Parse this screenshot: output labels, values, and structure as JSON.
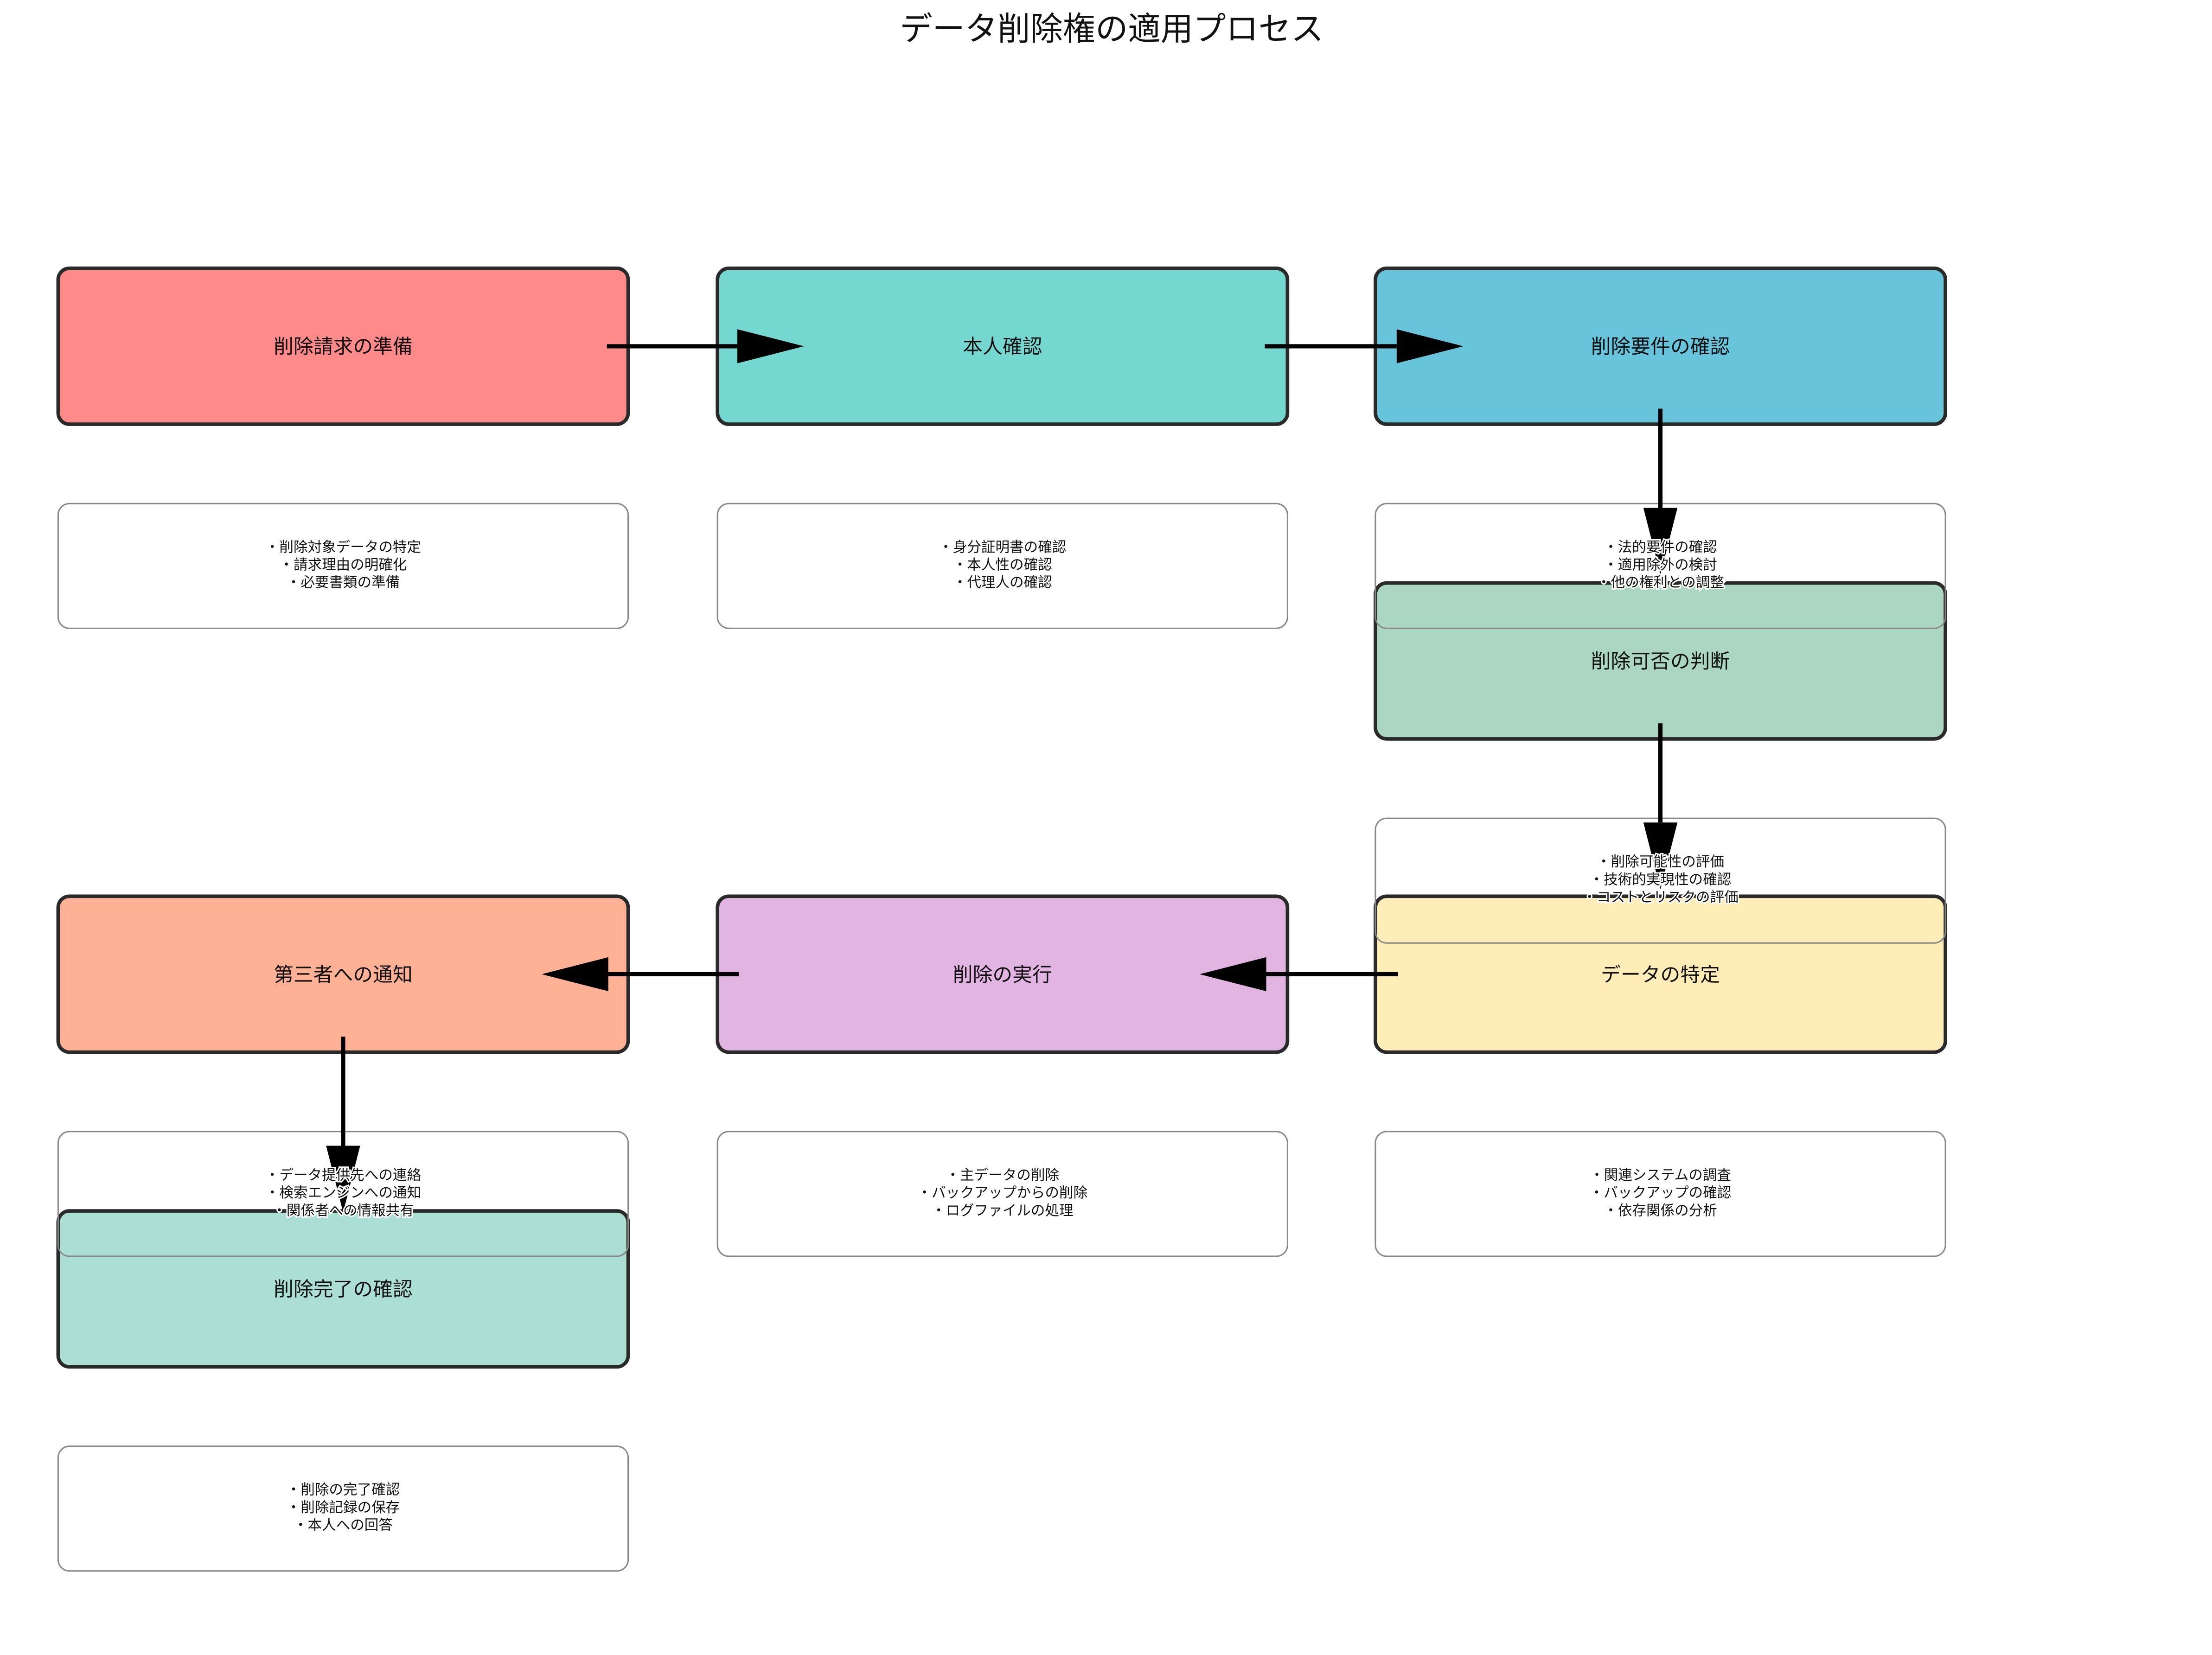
{
  "title": "データ削除権の適用プロセス",
  "steps": [
    {
      "label": "削除請求の準備",
      "color": "#FF8A8A",
      "details": [
        "・削除対象データの特定",
        "・請求理由の明確化",
        "・必要書類の準備"
      ]
    },
    {
      "label": "本人確認",
      "color": "#74D7D0",
      "details": [
        "・身分証明書の確認",
        "・本人性の確認",
        "・代理人の確認"
      ]
    },
    {
      "label": "削除要件の確認",
      "color": "#68C4DA",
      "details": [
        "・法的要件の確認",
        "・適用除外の検討",
        "・他の権利との調整"
      ]
    },
    {
      "label": "削除可否の判断",
      "color": "#ABD7C2",
      "details": [
        "・削除可能性の評価",
        "・技術的実現性の確認",
        "・コストとリスクの評価"
      ]
    },
    {
      "label": "データの特定",
      "color": "#FFEDB8",
      "details": [
        "・関連システムの調査",
        "・バックアップの確認",
        "・依存関係の分析"
      ]
    },
    {
      "label": "削除の実行",
      "color": "#E2B4E2",
      "details": [
        "・主データの削除",
        "・バックアップからの削除",
        "・ログファイルの処理"
      ]
    },
    {
      "label": "第三者への通知",
      "color": "#FFB195",
      "details": [
        "・データ提供先への連絡",
        "・検索エンジンへの通知",
        "・関係者への情報共有"
      ]
    },
    {
      "label": "削除完了の確認",
      "color": "#ACDFD4",
      "details": [
        "・削除の完了確認",
        "・削除記録の保存",
        "・本人への回答"
      ]
    }
  ]
}
